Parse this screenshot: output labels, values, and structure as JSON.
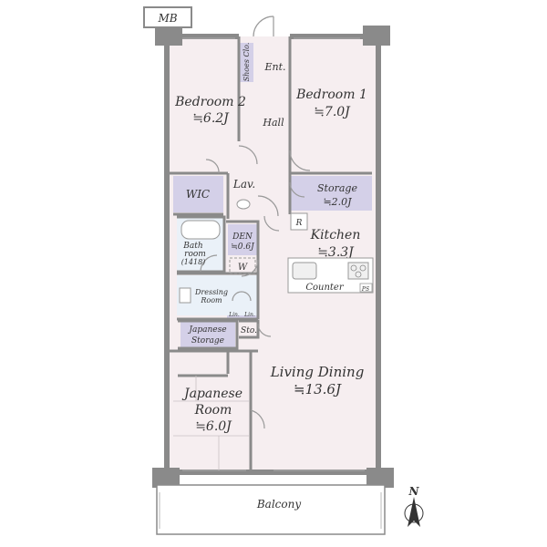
{
  "plan": {
    "mb": "MB",
    "shoe_closet": "Shoes Clo.",
    "entrance": "Ent.",
    "hall": "Hall",
    "bedroom1": {
      "name": "Bedroom 1",
      "area": "≒7.0J"
    },
    "bedroom2": {
      "name": "Bedroom 2",
      "area": "≒6.2J"
    },
    "wic": "WIC",
    "lavatory": "Lav.",
    "storage": {
      "name": "Storage",
      "area": "≒2.0J"
    },
    "refrigerator": "R",
    "kitchen": {
      "name": "Kitchen",
      "area": "≒3.3J"
    },
    "bathroom": {
      "name1": "Bath",
      "name2": "room",
      "size": "(1418)"
    },
    "den": {
      "name": "DEN",
      "area": "≒0.6J"
    },
    "washer": "W",
    "dressing_room": {
      "name1": "Dressing",
      "name2": "Room"
    },
    "linen1": "Lin.",
    "linen2": "Lin.",
    "counter": "Counter",
    "ps": "PS",
    "japanese_storage": {
      "name1": "Japanese",
      "name2": "Storage"
    },
    "sto": "Sto.",
    "living_dining": {
      "name": "Living Dining",
      "area": "≒13.6J"
    },
    "japanese_room": {
      "name1": "Japanese",
      "name2": "Room",
      "area": "≒6.0J"
    },
    "balcony": "Balcony",
    "north": "N",
    "colors": {
      "floor": "#f6eef0",
      "storage": "#d4d0e8",
      "wall": "#8a8a8a",
      "water": "#eaf1f8"
    }
  }
}
